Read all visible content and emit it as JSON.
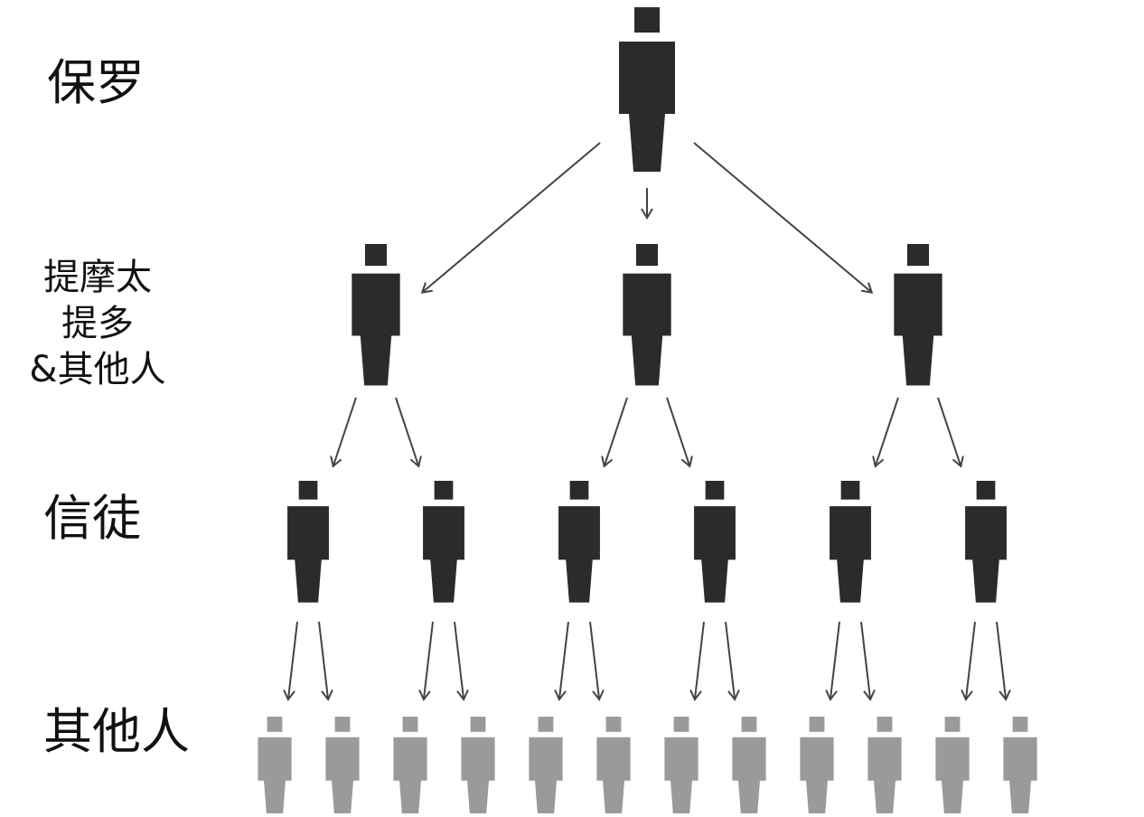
{
  "levels": [
    {
      "id": "paul",
      "label": "保罗",
      "count": 1,
      "color": "#2b2b2b"
    },
    {
      "id": "timothy-titus",
      "label_lines": [
        "提摩太",
        "提多",
        "&其他人"
      ],
      "count": 3,
      "color": "#2b2b2b"
    },
    {
      "id": "believers",
      "label": "信徒",
      "count": 6,
      "color": "#2b2b2b"
    },
    {
      "id": "others",
      "label": "其他人",
      "count": 12,
      "color": "#9a9a9a"
    }
  ],
  "colors": {
    "figure_dark": "#2b2b2b",
    "figure_light": "#9a9a9a",
    "arrow": "#444444",
    "text": "#111111"
  },
  "icon": "person-icon"
}
